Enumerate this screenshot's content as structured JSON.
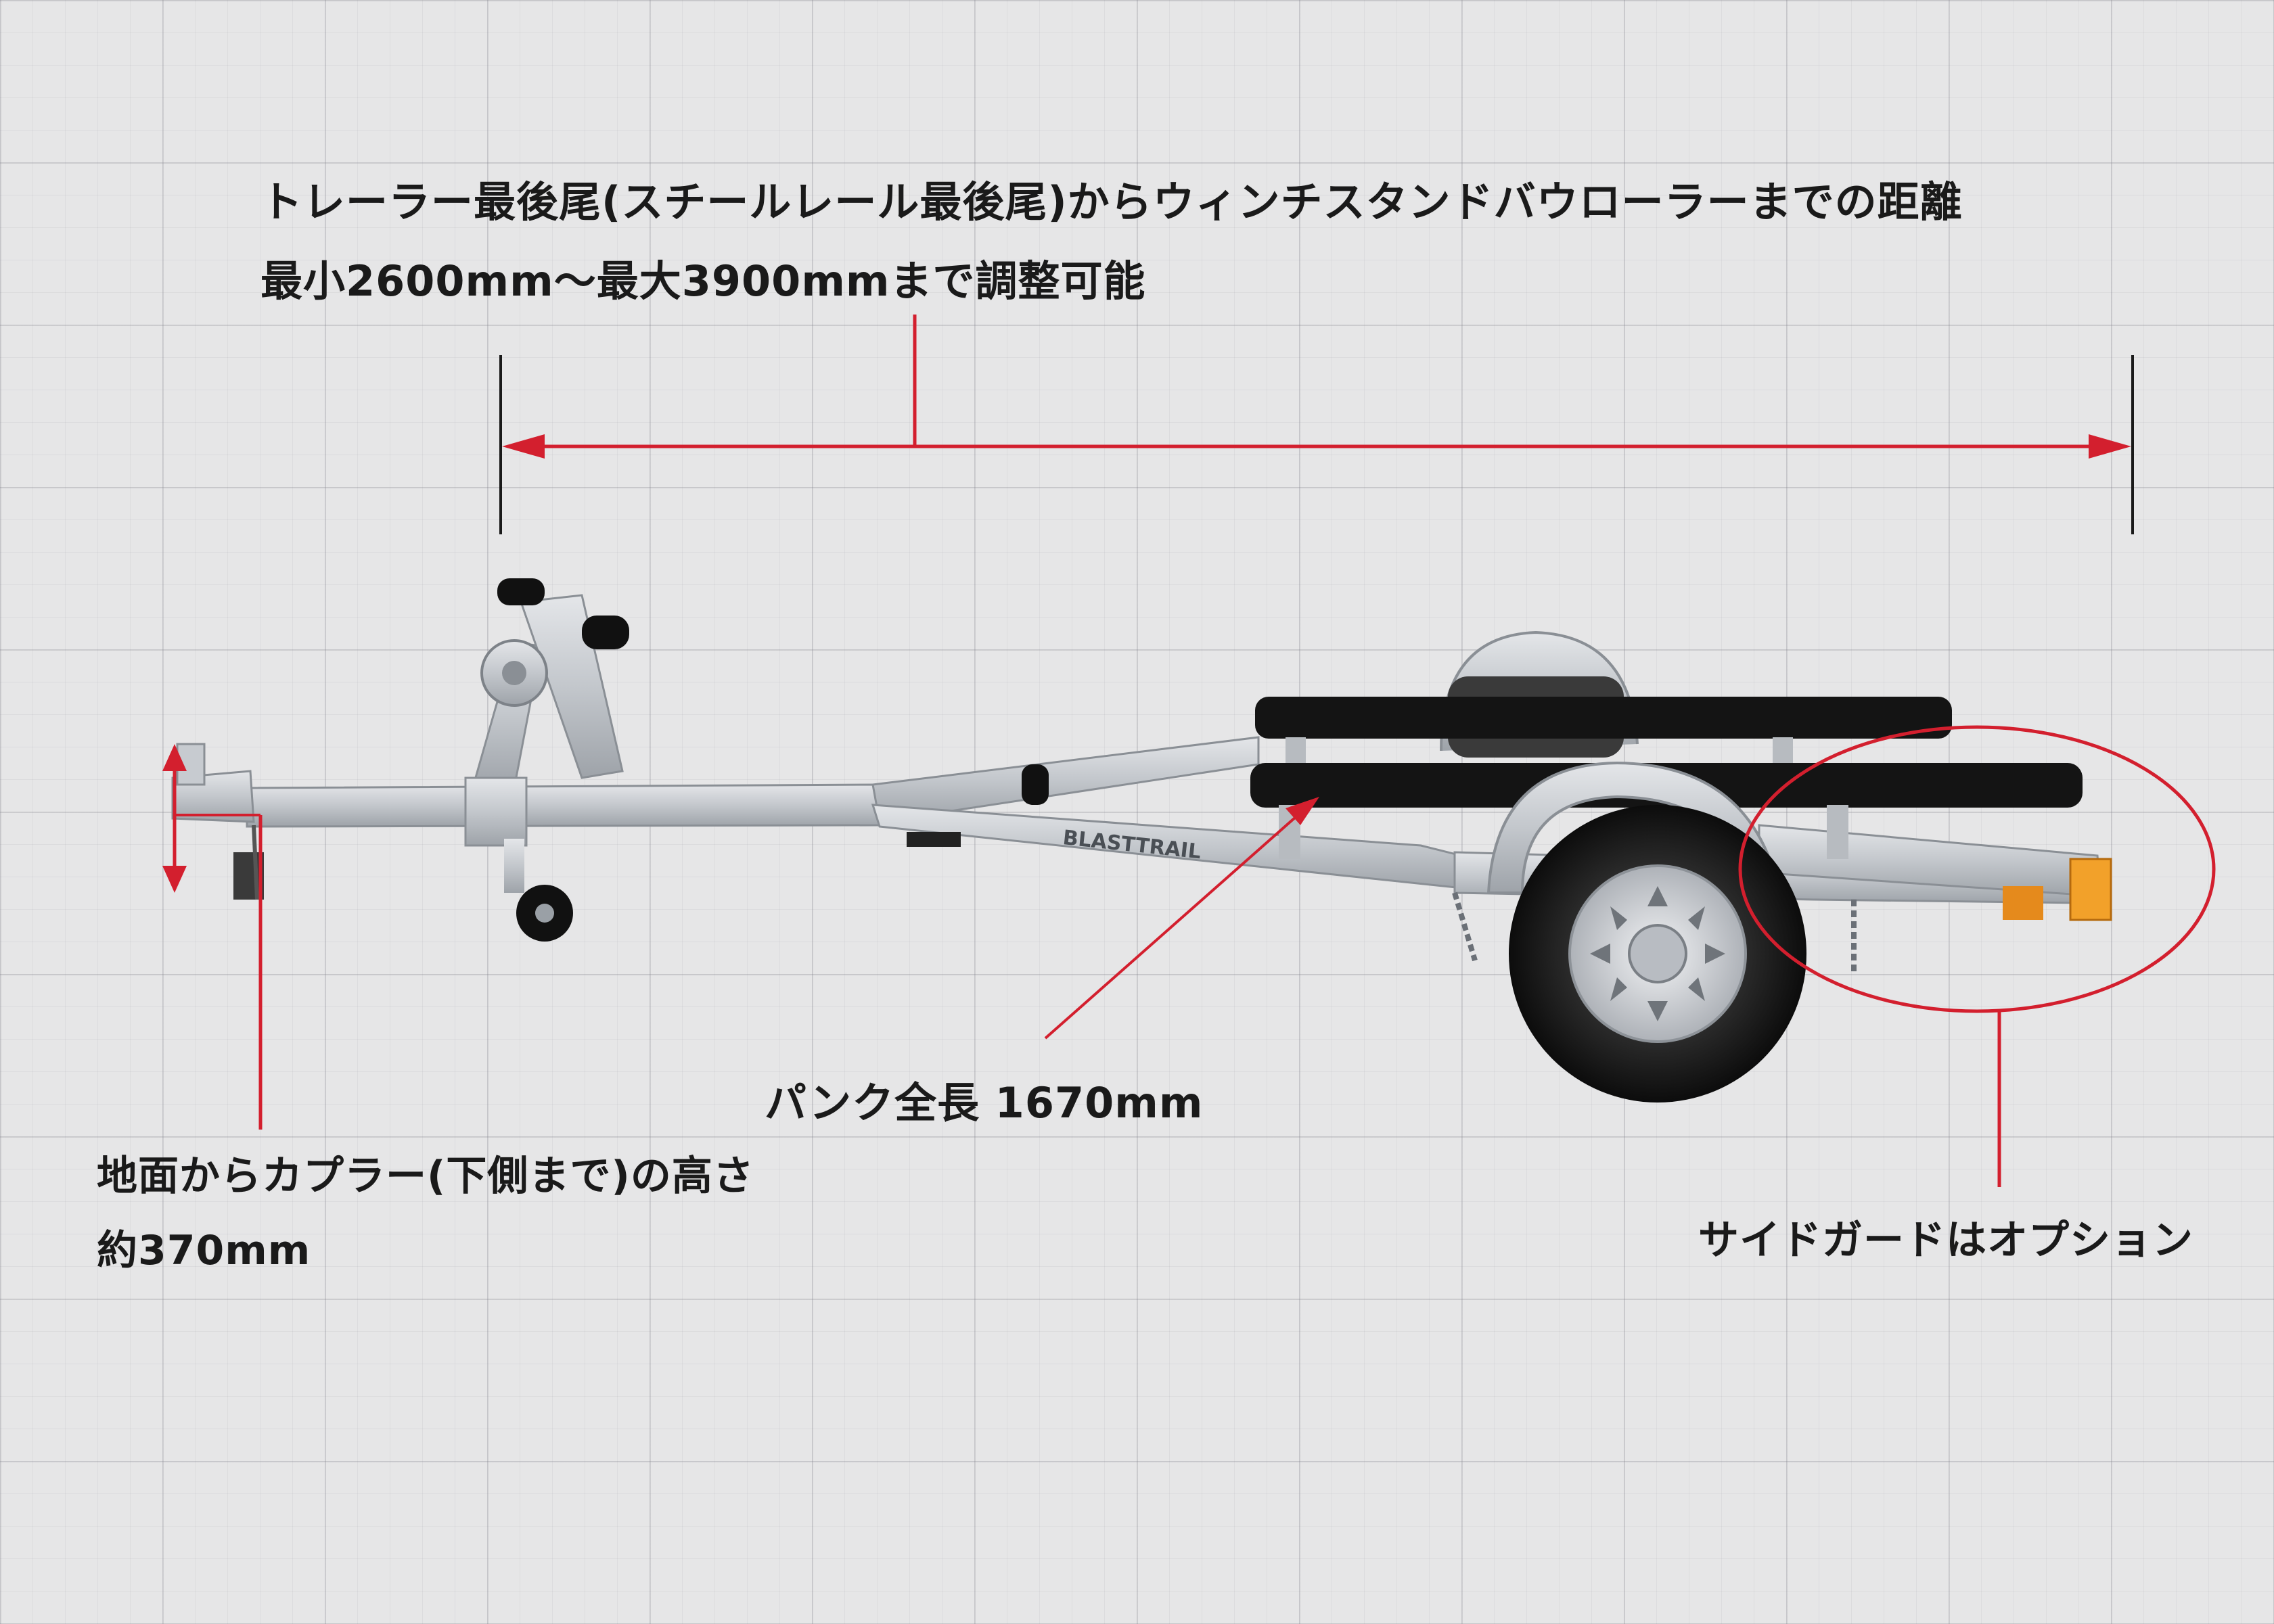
{
  "annotations": {
    "trailer_length_line1": "トレーラー最後尾(スチールレール最後尾)からウィンチスタンドバウローラーまでの距離",
    "trailer_length_line2": "最小2600mm〜最大3900mmまで調整可能",
    "pad_length": "パンク全長 1670mm",
    "coupler_height_line1": "地面からカプラー(下側まで)の高さ",
    "coupler_height_line2": "約370mm",
    "side_guard": "サイドガードはオプション"
  },
  "brand_mark": "BLASTTRAIL",
  "colors": {
    "background": "#e6e6e7",
    "annotation_red": "#d31f2e",
    "galvanized": "#c9ccd0",
    "pad_black": "#141414"
  }
}
